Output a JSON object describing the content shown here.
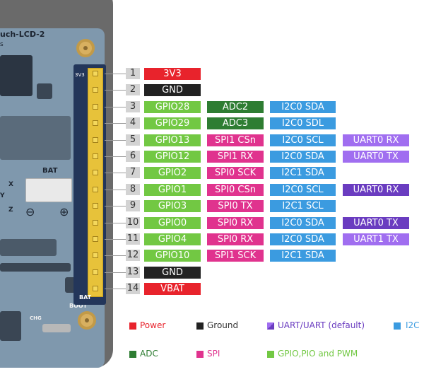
{
  "board": {
    "title": "uch-LCD-2",
    "sub": "s",
    "top_pin_label": "3V3",
    "bat_label": "BAT",
    "boot_label": "BOOT",
    "chg_label": "CHG",
    "bat_label2": "BAT",
    "axis_x": "X",
    "axis_y": "Y",
    "axis_z": "Z",
    "minus": "⊖",
    "plus": "⊕"
  },
  "colors": {
    "power": "#e8232c",
    "ground": "#222222",
    "gpio": "#72c843",
    "adc": "#2e7d32",
    "spi": "#e0338e",
    "i2c": "#3b9be0",
    "uart": "#a06ef0",
    "uart_default": "#6a3cc0"
  },
  "pins": [
    {
      "num": "1",
      "main": "3V3",
      "main_type": "power",
      "f1": "",
      "f2": "",
      "f3": "",
      "f3_type": ""
    },
    {
      "num": "2",
      "main": "GND",
      "main_type": "ground",
      "f1": "",
      "f2": "",
      "f3": "",
      "f3_type": ""
    },
    {
      "num": "3",
      "main": "GPIO28",
      "main_type": "gpio",
      "f1": "ADC2",
      "f1_type": "adc",
      "f2": "I2C0 SDA",
      "f3": "",
      "f3_type": ""
    },
    {
      "num": "4",
      "main": "GPIO29",
      "main_type": "gpio",
      "f1": "ADC3",
      "f1_type": "adc",
      "f2": "I2C0 SDL",
      "f3": "",
      "f3_type": ""
    },
    {
      "num": "5",
      "main": "GPIO13",
      "main_type": "gpio",
      "f1": "SPI1 CSn",
      "f1_type": "spi",
      "f2": "I2C0 SCL",
      "f3": "UART0 RX",
      "f3_type": "uart"
    },
    {
      "num": "6",
      "main": "GPIO12",
      "main_type": "gpio",
      "f1": "SPI1 RX",
      "f1_type": "spi",
      "f2": "I2C0 SDA",
      "f3": "UART0 TX",
      "f3_type": "uart"
    },
    {
      "num": "7",
      "main": "GPIO2",
      "main_type": "gpio",
      "f1": "SPI0 SCK",
      "f1_type": "spi",
      "f2": "I2C1 SDA",
      "f3": "",
      "f3_type": ""
    },
    {
      "num": "8",
      "main": "GPIO1",
      "main_type": "gpio",
      "f1": "SPI0 CSn",
      "f1_type": "spi",
      "f2": "I2C0 SCL",
      "f3": "UART0 RX",
      "f3_type": "uart_default"
    },
    {
      "num": "9",
      "main": "GPIO3",
      "main_type": "gpio",
      "f1": "SPI0 TX",
      "f1_type": "spi",
      "f2": "I2C1 SCL",
      "f3": "",
      "f3_type": ""
    },
    {
      "num": "10",
      "main": "GPIO0",
      "main_type": "gpio",
      "f1": "SPI0 RX",
      "f1_type": "spi",
      "f2": "I2C0 SDA",
      "f3": "UART0 TX",
      "f3_type": "uart_default"
    },
    {
      "num": "11",
      "main": "GPIO4",
      "main_type": "gpio",
      "f1": "SPI0 RX",
      "f1_type": "spi",
      "f2": "I2C0 SDA",
      "f3": "UART1 TX",
      "f3_type": "uart"
    },
    {
      "num": "12",
      "main": "GPIO10",
      "main_type": "gpio",
      "f1": "SPI1 SCK",
      "f1_type": "spi",
      "f2": "I2C1 SDA",
      "f3": "",
      "f3_type": ""
    },
    {
      "num": "13",
      "main": "GND",
      "main_type": "ground",
      "f1": "",
      "f2": "",
      "f3": "",
      "f3_type": ""
    },
    {
      "num": "14",
      "main": "VBAT",
      "main_type": "power",
      "f1": "",
      "f2": "",
      "f3": "",
      "f3_type": ""
    }
  ],
  "legend": [
    {
      "label": "Power",
      "type": "power",
      "text_color": "#e8232c"
    },
    {
      "label": "Ground",
      "type": "ground",
      "text_color": "#333333"
    },
    {
      "label": "UART/UART (default)",
      "type": "uart_split",
      "text_color": "#6a3cc0"
    },
    {
      "label": "I2C",
      "type": "i2c",
      "text_color": "#3b9be0"
    },
    {
      "label": "ADC",
      "type": "adc",
      "text_color": "#2e7d32"
    },
    {
      "label": "SPI",
      "type": "spi",
      "text_color": "#e0338e"
    },
    {
      "label": "GPIO,PIO and PWM",
      "type": "gpio",
      "text_color": "#72c843"
    }
  ]
}
